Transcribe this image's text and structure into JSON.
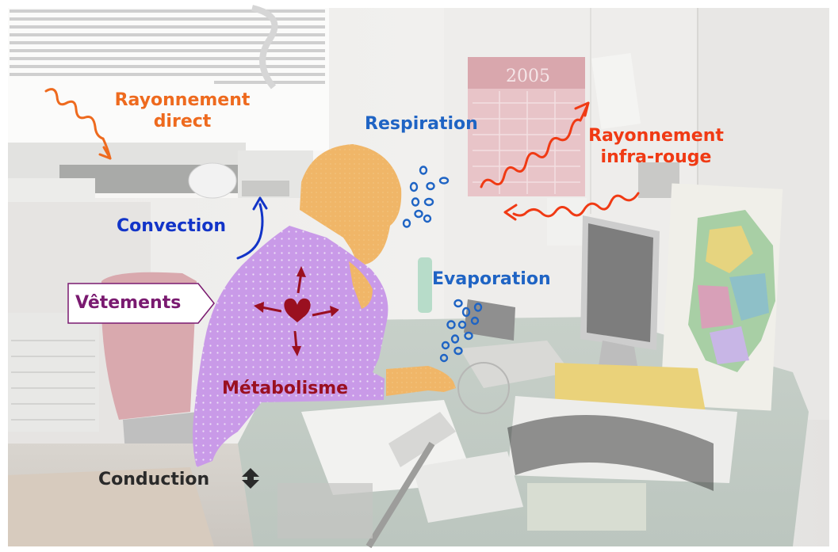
{
  "labels": {
    "rayonnement_direct": [
      "Rayonnement",
      "direct"
    ],
    "respiration": "Respiration",
    "rayonnement_infrarouge": [
      "Rayonnement",
      "infra-rouge"
    ],
    "convection": "Convection",
    "vetements": "Vêtements",
    "evaporation": "Evaporation",
    "metabolisme": "Métabolisme",
    "conduction": "Conduction"
  },
  "calendar_year": "2005",
  "colors": {
    "rayonnement_direct": "#ee6a1e",
    "respiration": "#1f64c4",
    "rayonnement_infrarouge": "#f03a14",
    "convection": "#1234c8",
    "vetements": "#7a1a70",
    "evaporation": "#1f64c4",
    "metabolisme": "#9a1020",
    "conduction": "#2a2a2a",
    "body": "#c99ae8",
    "skin": "#f0b668"
  },
  "icons": {
    "heart": "heart-icon",
    "conduction_arrows": "up-down-arrow-icon"
  }
}
